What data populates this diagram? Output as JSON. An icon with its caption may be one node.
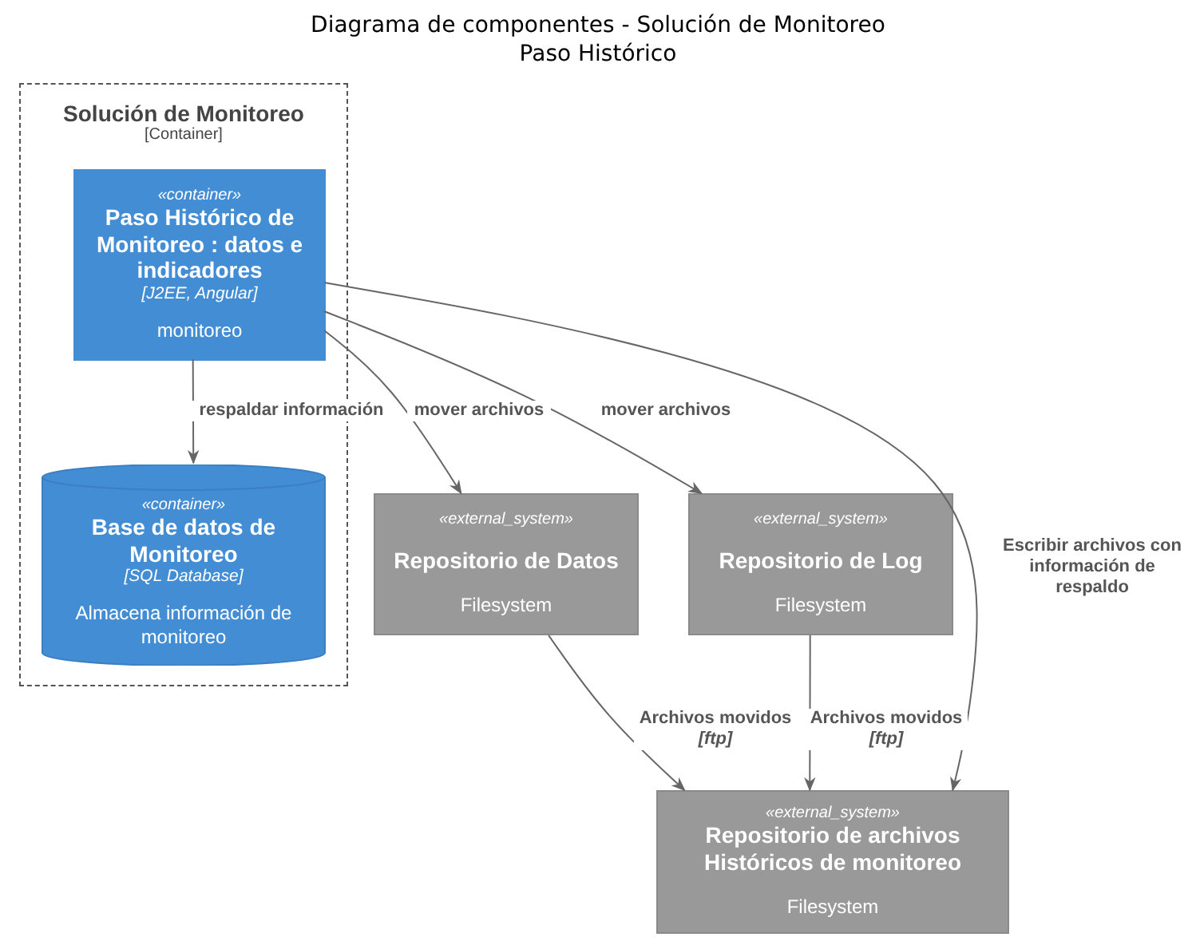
{
  "diagram": {
    "title": "Diagrama de componentes - Solución de Monitoreo Paso Histórico",
    "nodes": [
      {
        "text": [
          "Solución de Monitoreo",
          "[Container]"
        ]
      },
      {
        "text": [
          "«container»",
          "Paso Histórico de Monitoreo : datos e indicadores",
          "[J2EE, Angular]",
          "monitoreo"
        ],
        "in": 0
      },
      {
        "text": [
          "«container»",
          "Base de datos de Monitoreo",
          "[SQL Database]",
          "Almacena información de monitoreo"
        ],
        "in": 0
      },
      {
        "text": [
          "«external_system»",
          "Repositorio de Datos",
          "Filesystem"
        ]
      },
      {
        "text": [
          "«external_system»",
          "Repositorio de Log",
          "Filesystem"
        ]
      },
      {
        "text": [
          "«external_system»",
          "Repositorio de archivos Históricos de monitoreo",
          "Filesystem"
        ]
      }
    ],
    "edges": [
      {
        "from": 1,
        "to": 2,
        "arrow": "to",
        "label": "respaldar información"
      },
      {
        "from": 1,
        "to": 3,
        "arrow": "to",
        "label": "mover archivos"
      },
      {
        "from": 1,
        "to": 4,
        "arrow": "to",
        "label": "mover archivos"
      },
      {
        "from": 1,
        "to": 5,
        "arrow": "to",
        "label": "Escribir archivos con información de respaldo"
      },
      {
        "from": 3,
        "to": 5,
        "arrow": "to",
        "label": "Archivos movidos *[ftp]*"
      },
      {
        "from": 4,
        "to": 5,
        "arrow": "to",
        "label": "Archivos movidos *[ftp]*"
      }
    ]
  }
}
